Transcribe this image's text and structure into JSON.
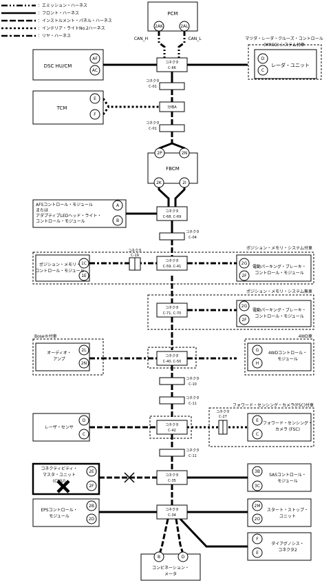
{
  "legend": [
    {
      "style": "emission",
      "label": "：エミッション・ハーネス"
    },
    {
      "style": "front",
      "label": "：フロント・ハーネス"
    },
    {
      "style": "instrument",
      "label": "：インストルメント・パネル・ハーネス"
    },
    {
      "style": "interior",
      "label": "：インテリア・ライトNo.2ハーネス"
    },
    {
      "style": "rear",
      "label": "：リヤ・ハーネス"
    }
  ],
  "modules": {
    "pcm": "PCM",
    "dsc": "DSC HU/CM",
    "tcm": "TCM",
    "fbcm": "FBCM",
    "radar_note": [
      "マツダ・レーダ・クルーズ・コントロール",
      "(MRCC) システム付車"
    ],
    "radar": "レーダ・ユニット",
    "afs": [
      "AFSコントロール・モジュール",
      "または",
      "アダプティブLEDヘッド・ライト・",
      "コントロール・モジュール"
    ],
    "psm_note": "ポジション・メモリ・システム付車",
    "psm": [
      "ポジション・メモリ・",
      "コントロール・モジュール"
    ],
    "epb1": [
      "電動パーキング・ブレーキ・",
      "コントロール・モジュール"
    ],
    "nopsm_note": "ポジション・メモリ・システム無車",
    "epb2": [
      "電動パーキング・ブレーキ・",
      "コントロール・モジュール"
    ],
    "bose_note": "Bose®付車",
    "audio": [
      "オーディオ・",
      "アンプ"
    ],
    "fwd_note": "4WD車",
    "fwd": [
      "4WDコントロール・",
      "モジュール"
    ],
    "laser": "レーザ・センサ",
    "fsc_note": "フォワード・センシング・カメラ(FSC)付車",
    "fsc": [
      "フォワード・センシング・",
      "カメラ (FSC)"
    ],
    "cmu": [
      "コネクティビティ・",
      "マスタ・ユニット",
      "(CMU)"
    ],
    "sas": [
      "SASコントロール・",
      "モジュール"
    ],
    "eps": [
      "EPSコントロール・",
      "モジュール"
    ],
    "ss": [
      "スタート・ストップ・",
      "ユニット"
    ],
    "diag": [
      "ダイアグノシス・",
      "コネクタ2"
    ],
    "combi": [
      "コンビネーション・",
      "メータ"
    ]
  },
  "can_labels": {
    "h": "CAN_H",
    "l": "CAN_L"
  },
  "connectors": {
    "word": "コネクタ",
    "c66": "C-66",
    "c01a": "C-01",
    "c01b": "C-01",
    "c68": "C-68, C-69",
    "c04": "C-04",
    "c19": "C-19",
    "c59": "C-59, C-41",
    "c71": "C-71, C-70",
    "c40": "C-40, C-50",
    "c10": "C-10",
    "c11a": "C-11",
    "c27": "C-27",
    "c42": "C-42",
    "c11b": "C-11",
    "c35": "C-35",
    "c34": "C-34",
    "bunki": "分岐A"
  },
  "pins": {
    "pcm_h": "2AK",
    "pcm_l": "2AL",
    "dsc_1": "AF",
    "dsc_2": "AC",
    "radar_1": "D",
    "radar_2": "C",
    "tcm_1": "E",
    "tcm_2": "F",
    "fbcm_t1": "2P",
    "fbcm_t2": "2N",
    "fbcm_b1": "2K",
    "fbcm_b2": "2I",
    "afs_1": "A",
    "afs_2": "B",
    "psm_1": "1C",
    "psm_2": "1E",
    "epb1_1": "2G",
    "epb1_2": "2F",
    "epb2_1": "2G",
    "epb2_2": "2F",
    "audio_1": "2L",
    "audio_2": "2N",
    "fwd_1": "G",
    "fwd_2": "H",
    "laser_1": "D",
    "laser_2": "C",
    "fsc_1": "E",
    "fsc_2": "C",
    "cmu_1": "2E",
    "cmu_2": "2F",
    "sas_1": "3B",
    "sas_2": "3C",
    "eps_1": "2B",
    "eps_2": "2D",
    "ss_1": "2M",
    "ss_2": "2O",
    "diag_1": "F",
    "diag_2": "E",
    "combi_1": "B",
    "combi_2": "D"
  },
  "icons": {
    "cmu_fault": "cross-mark-icon",
    "open_circuit": "cross-mark-icon"
  }
}
